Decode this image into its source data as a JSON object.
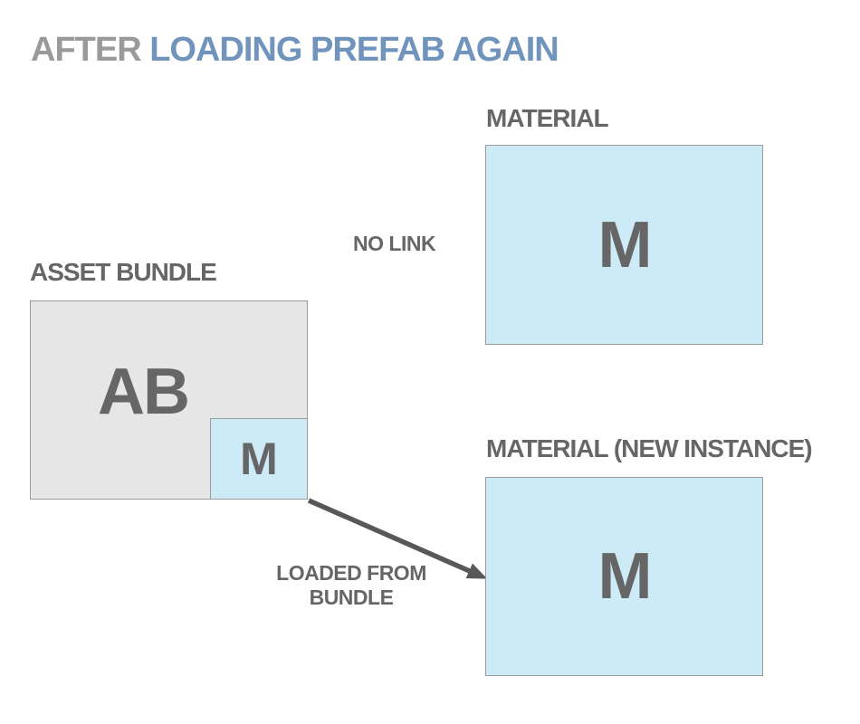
{
  "title": {
    "prefix": "AFTER ",
    "highlight": "LOADING PREFAB AGAIN"
  },
  "material_top": {
    "label": "MATERIAL",
    "letter": "M"
  },
  "asset_bundle": {
    "label": "ASSET BUNDLE",
    "letter": "AB",
    "material_letter": "M"
  },
  "material_new": {
    "label": "MATERIAL (NEW INSTANCE)",
    "letter": "M"
  },
  "annotations": {
    "no_link": "NO LINK",
    "loaded_from_bundle": "LOADED FROM BUNDLE"
  },
  "colors": {
    "title_prefix": "#9a9a9a",
    "title_highlight": "#7094bc",
    "label_text": "#666666",
    "box_letter": "#666666",
    "bundle_fill": "#e6e6e6",
    "material_fill": "#cdeaf7",
    "box_border": "#9c9c9c",
    "arrow": "#58585a",
    "background": "#ffffff"
  }
}
